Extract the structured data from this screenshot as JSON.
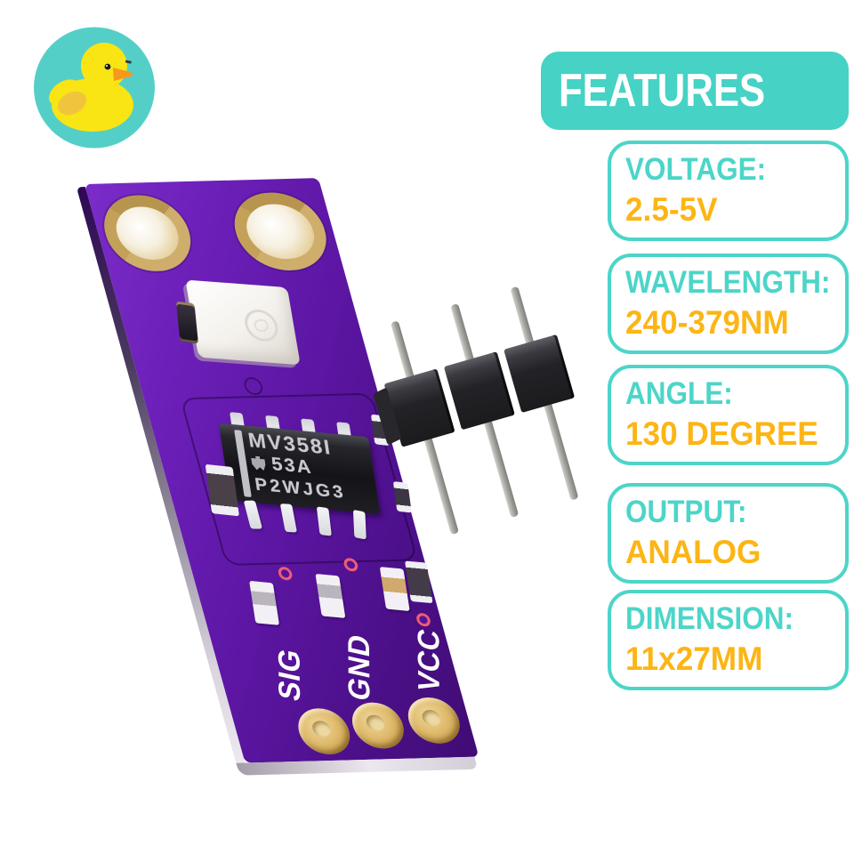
{
  "brand": {
    "logo": "rubber-duck-logo",
    "circle_color": "#54cfc7",
    "duck_body_color": "#f9e414",
    "duck_wing_color": "#f1c43e",
    "duck_beak_color": "#f6981b"
  },
  "features": {
    "header": "FEATURES",
    "items": [
      {
        "label": "VOLTAGE:",
        "value": "2.5-5V"
      },
      {
        "label": "WAVELENGTH:",
        "value": "240-379NM"
      },
      {
        "label": "ANGLE:",
        "value": "130 DEGREE"
      },
      {
        "label": "OUTPUT:",
        "value": "ANALOG"
      },
      {
        "label": "DIMENSION:",
        "value": "11x27MM"
      }
    ],
    "colors": {
      "teal": "#4cd5c8",
      "orange": "#fcb515",
      "header_bg": "#46d2c5",
      "header_text": "#ffffff"
    }
  },
  "module": {
    "board_color": "#5a15a0",
    "chip": {
      "line1": "MV358I",
      "line2": "53A",
      "line3": "P2WJG3"
    },
    "pin_labels": [
      "SIG",
      "GND",
      "VCC"
    ]
  }
}
